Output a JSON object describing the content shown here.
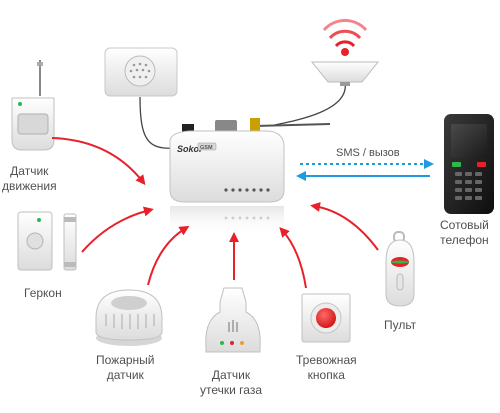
{
  "labels": {
    "motion_sensor": [
      "Датчик",
      "движения"
    ],
    "reed_switch": "Геркон",
    "smoke_detector": [
      "Пожарный",
      "датчик"
    ],
    "gas_detector": [
      "Датчик",
      "утечки газа"
    ],
    "panic_button": [
      "Тревожная",
      "кнопка"
    ],
    "remote": "Пульт",
    "phone": [
      "Сотовый",
      "телефон"
    ],
    "sms_call": "SMS / вызов"
  },
  "device": {
    "brand": "Sokol",
    "model": "GSM"
  },
  "colors": {
    "arrow_red": "#e8202a",
    "arrow_blue": "#1e9be0",
    "label_gray": "#505050"
  }
}
